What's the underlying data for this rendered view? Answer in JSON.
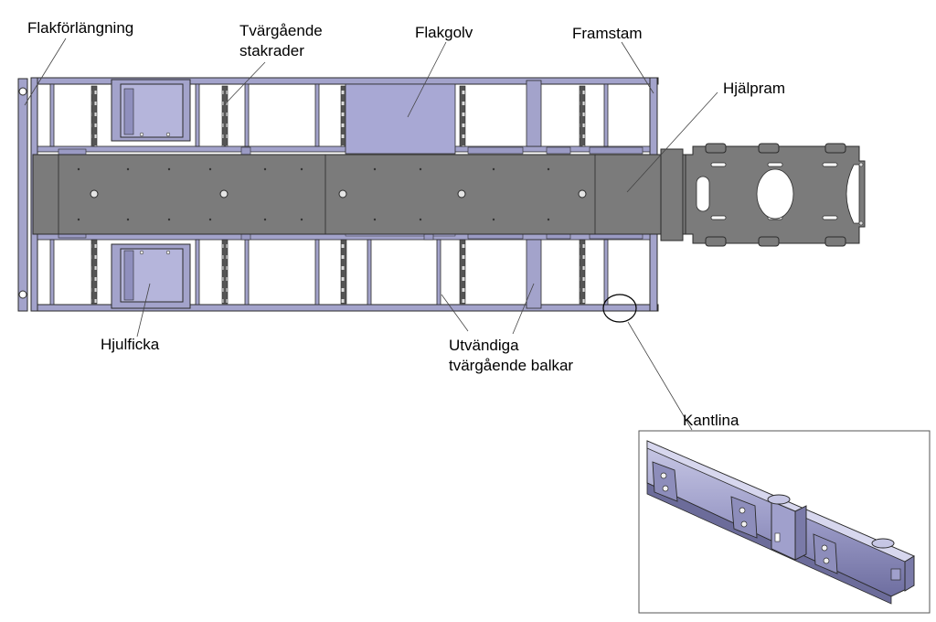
{
  "labels": {
    "flakforlangning": "Flakförlängning",
    "tvargaende_1": "Tvärgående",
    "tvargaende_2": "stakrader",
    "flakgolv": "Flakgolv",
    "framstam": "Framstam",
    "hjalpram": "Hjälpram",
    "hjulficka": "Hjulficka",
    "utvandiga_1": "Utvändiga",
    "utvandiga_2": "tvärgående balkar",
    "kantlina": "Kantlina"
  },
  "colors": {
    "frame": "#a3a3cb",
    "frame_dark": "#7e7eaa",
    "floor_panel": "#a8a8d4",
    "subframe": "#7b7b7b",
    "subframe_dark": "#5a5a5a",
    "outline": "#2b2b2b",
    "slot": "#ffffff"
  }
}
